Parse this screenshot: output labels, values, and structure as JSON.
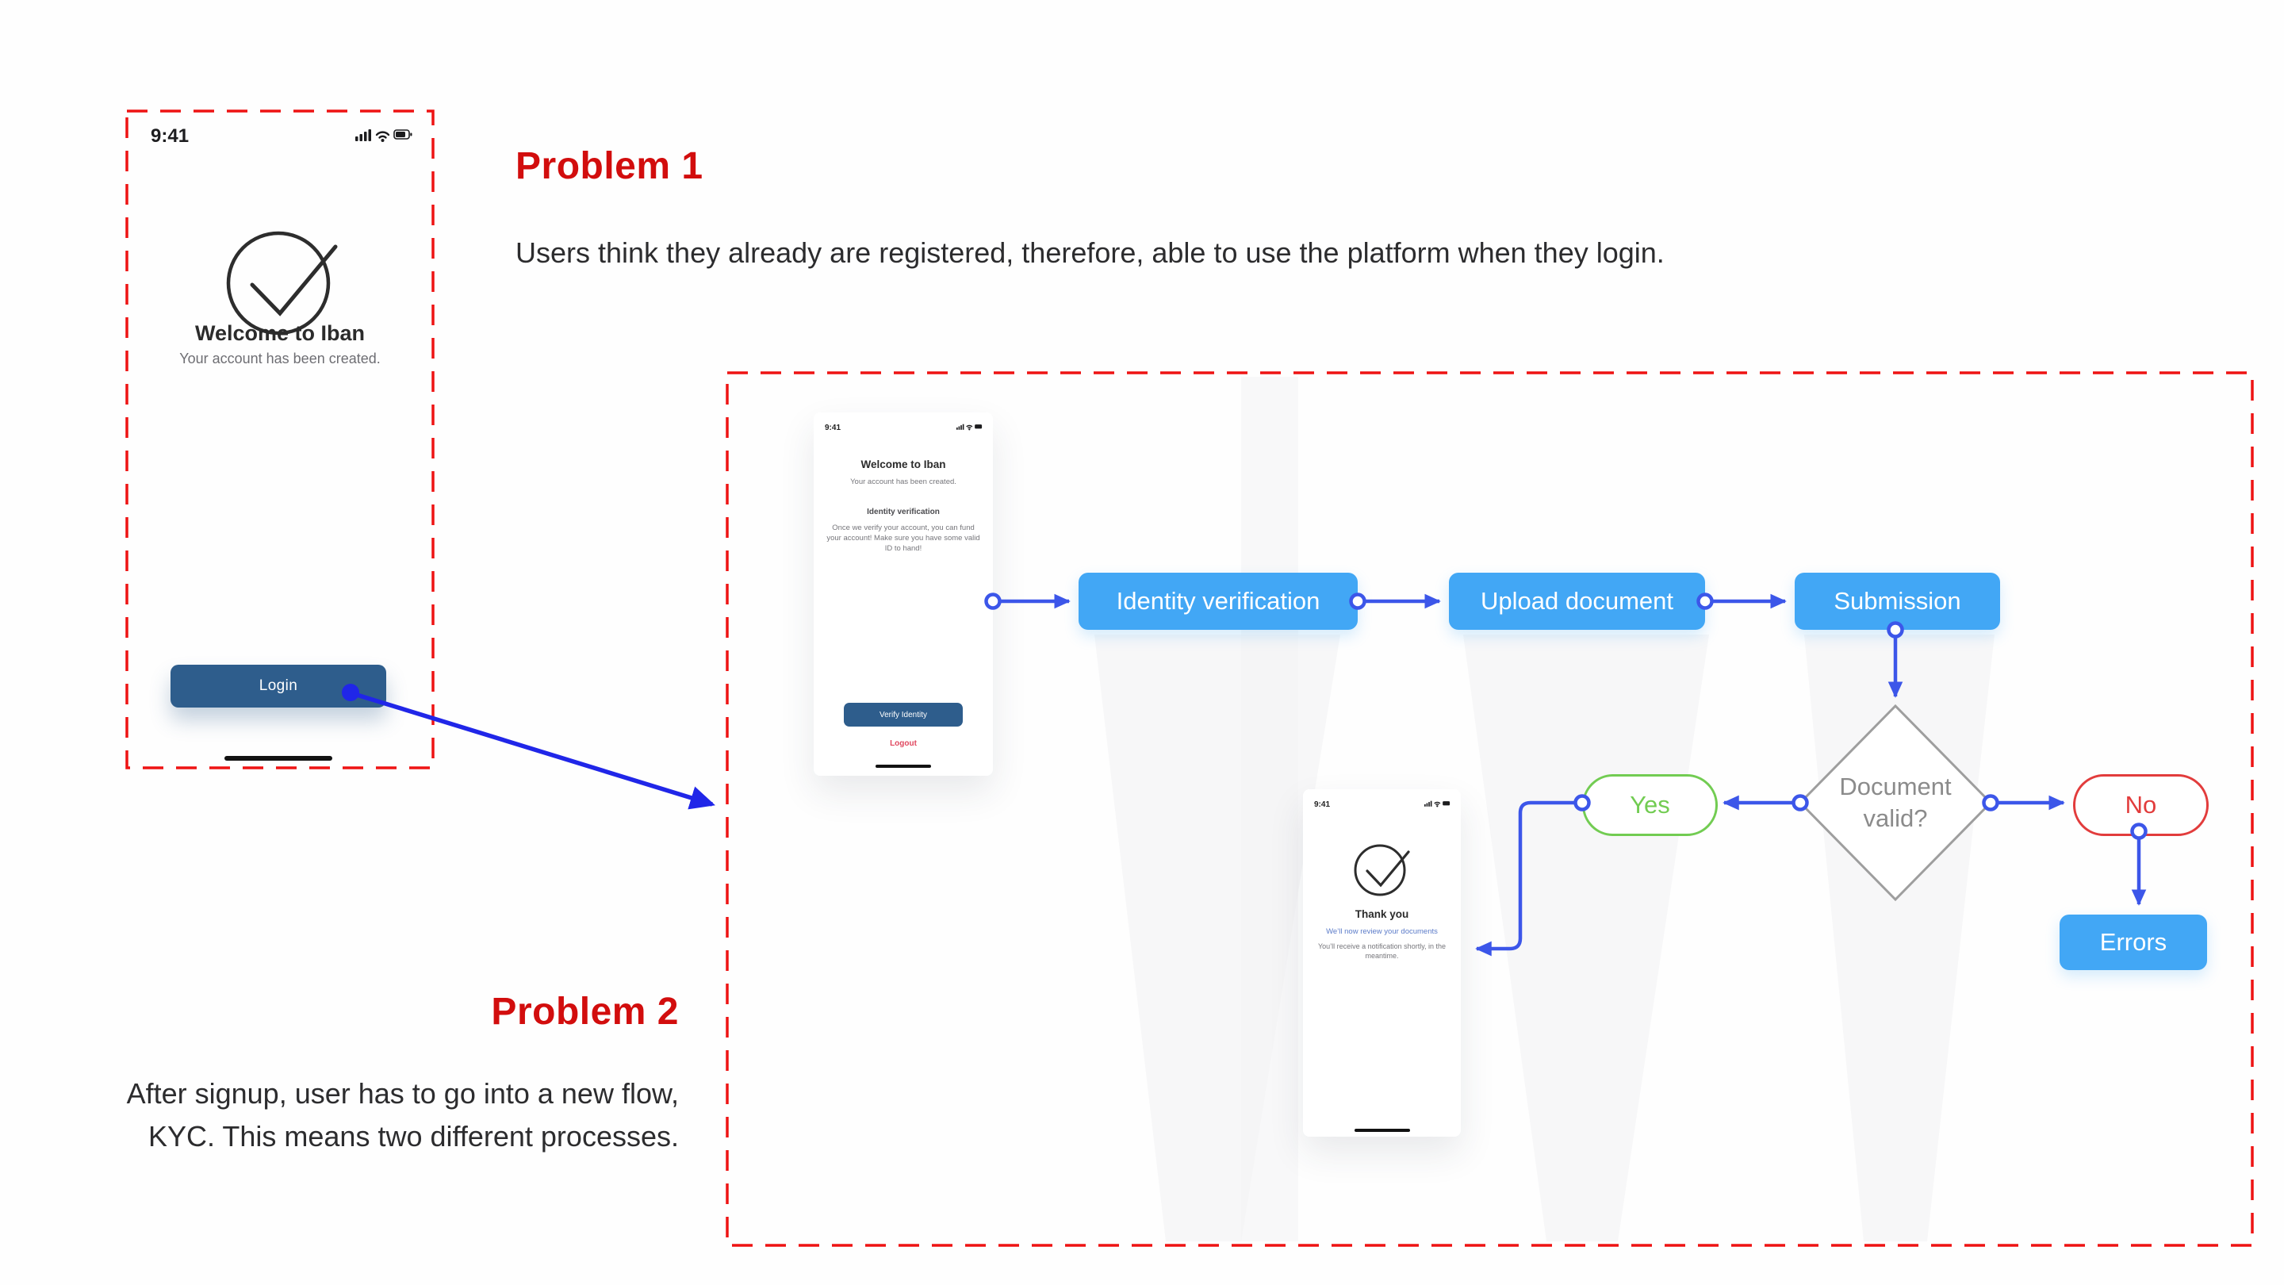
{
  "problem1": {
    "title": "Problem 1",
    "description": "Users think they already are registered, therefore, able to use the platform when they login."
  },
  "problem2": {
    "title": "Problem 2",
    "description": "After signup, user has to go into a new flow, KYC. This means two different processes."
  },
  "phone_login": {
    "status_time": "9:41",
    "title": "Welcome to Iban",
    "subtitle": "Your account has been created.",
    "button_label": "Login"
  },
  "phone_kyc": {
    "status_time": "9:41",
    "title": "Welcome to Iban",
    "subtitle": "Your account has been created.",
    "section_title": "Identity verification",
    "body": "Once we verify your account, you can fund your account! Make sure you have some valid ID to hand!",
    "button_label": "Verify Identity",
    "logout_label": "Logout"
  },
  "phone_thankyou": {
    "status_time": "9:41",
    "title": "Thank you",
    "review_line": "We’ll now review your documents",
    "notice_line": "You’ll receive a notification shortly, in the meantime."
  },
  "flow": {
    "steps": [
      "Identity verification",
      "Upload document",
      "Submission"
    ],
    "decision_line1": "Document",
    "decision_line2": "valid?",
    "yes_label": "Yes",
    "no_label": "No",
    "errors_label": "Errors"
  },
  "colors": {
    "flow_box_blue": "#42a7f5",
    "connector_blue": "#3c56e9",
    "annotation_arrow_blue": "#2026e8",
    "heading_red": "#d20d0d",
    "dashed_border_red": "#ee1313",
    "yes_green": "#72cc52",
    "no_red": "#e23c3c",
    "phone_button_navy": "#2e5d8c",
    "logout_red": "#e0485f"
  }
}
